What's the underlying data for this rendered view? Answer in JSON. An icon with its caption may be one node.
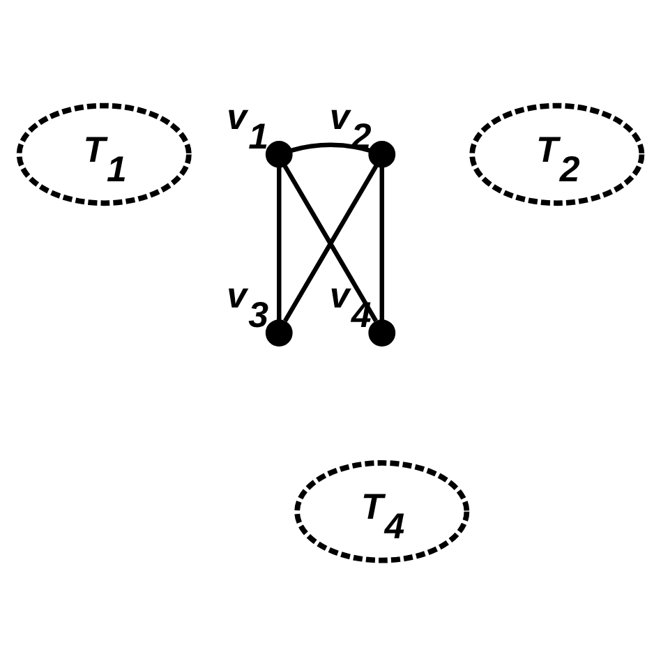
{
  "diagram": {
    "nodes": [
      {
        "text": [],
        "shape": "circle",
        "beside": [
          "v$_{3}$"
        ]
      },
      {
        "text": [],
        "shape": "circle",
        "beside": [
          "v$_{1}$"
        ]
      },
      {
        "text": [
          "T$_{1}$"
        ]
      },
      {
        "text": [],
        "shape": "circle",
        "beside": [
          "v$_{2}$"
        ]
      },
      {
        "text": [
          "T$_{2}$"
        ]
      },
      {
        "text": [],
        "shape": "circle",
        "beside": [
          "v$_{4}$"
        ]
      },
      {
        "text": [
          "T$_{4}$"
        ]
      }
    ],
    "edges": [
      {
        "from": 1,
        "to": 0,
        "arrow": "none"
      },
      {
        "from": 3,
        "to": 0,
        "arrow": "none"
      },
      {
        "from": 1,
        "to": 3,
        "arrow": "none"
      },
      {
        "from": 1,
        "to": 5,
        "arrow": "none"
      },
      {
        "from": 3,
        "to": 5,
        "arrow": "none"
      }
    ]
  }
}
